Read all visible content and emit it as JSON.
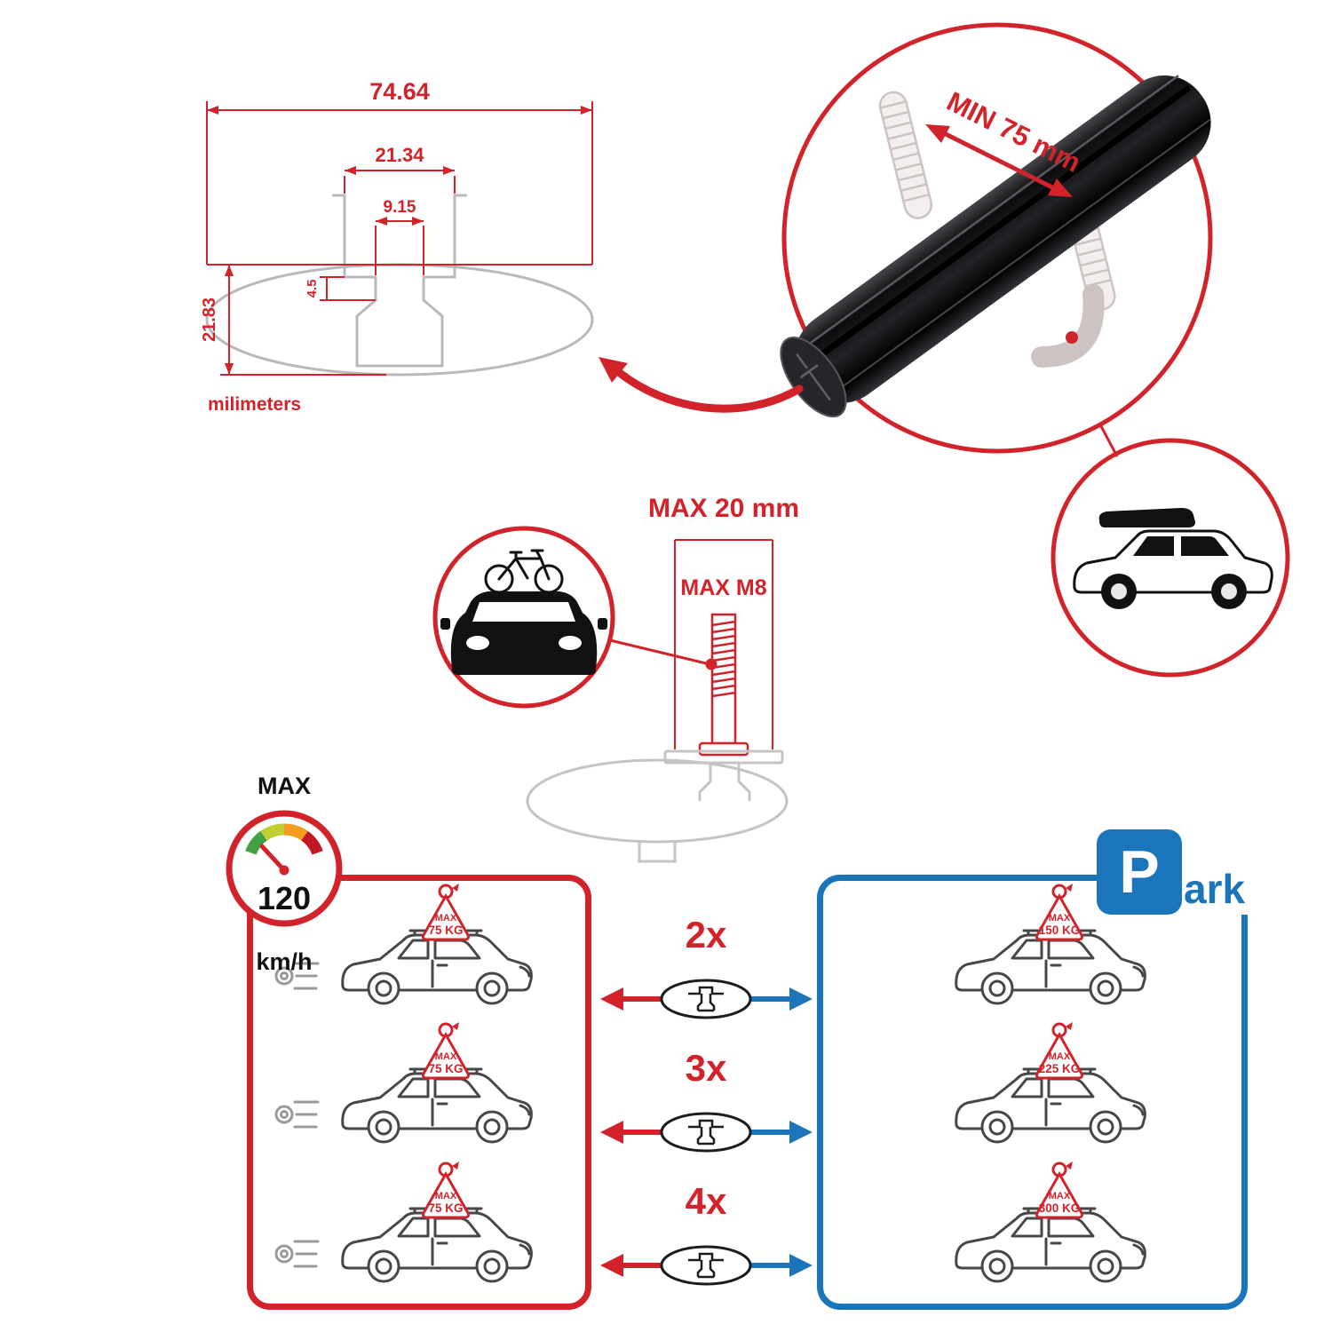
{
  "meta": {
    "title": "Roof rack crossbar specification infographic"
  },
  "colors": {
    "red": "#d2232a",
    "blue": "#1b75bb",
    "ghost": "#cdc3c3",
    "line_gray": "#b9b9b9",
    "car_line": "#474747",
    "black": "#111111"
  },
  "dimension_diagram": {
    "total_width": "74.64",
    "channel_width": "21.34",
    "slot_width": "9.15",
    "step_depth": "4.5",
    "bar_height": "21.83",
    "units_label": "milimeters"
  },
  "crossbar_detail": {
    "min_span_label": "MIN 75 mm"
  },
  "bolt_detail": {
    "max_width_label": "MAX 20 mm",
    "max_thread_label": "MAX M8"
  },
  "speed_limit": {
    "heading": "MAX",
    "value": "120",
    "units": "km/h"
  },
  "driving_panel": {
    "cars": [
      {
        "badge_label": "MAX",
        "badge_value": "75 KG"
      },
      {
        "badge_label": "MAX",
        "badge_value": "75 KG"
      },
      {
        "badge_label": "MAX",
        "badge_value": "75 KG"
      }
    ]
  },
  "bar_counts": [
    {
      "label": "2x"
    },
    {
      "label": "3x"
    },
    {
      "label": "4x"
    }
  ],
  "parking_panel": {
    "park_letter": "P",
    "park_suffix": "ark",
    "cars": [
      {
        "badge_label": "MAX",
        "badge_value": "150 KG"
      },
      {
        "badge_label": "MAX",
        "badge_value": "225 KG"
      },
      {
        "badge_label": "MAX",
        "badge_value": "300 KG"
      }
    ]
  },
  "icons": {
    "speedometer": "gauge-dial",
    "bicycle_car": "car-front-with-bike",
    "suv_roofbox": "suv-with-roof-box",
    "crossbar_3d": "black-aluminum-crossbar",
    "t_bolt": "threaded-t-bolt",
    "cross_section": "crossbar-profile"
  }
}
